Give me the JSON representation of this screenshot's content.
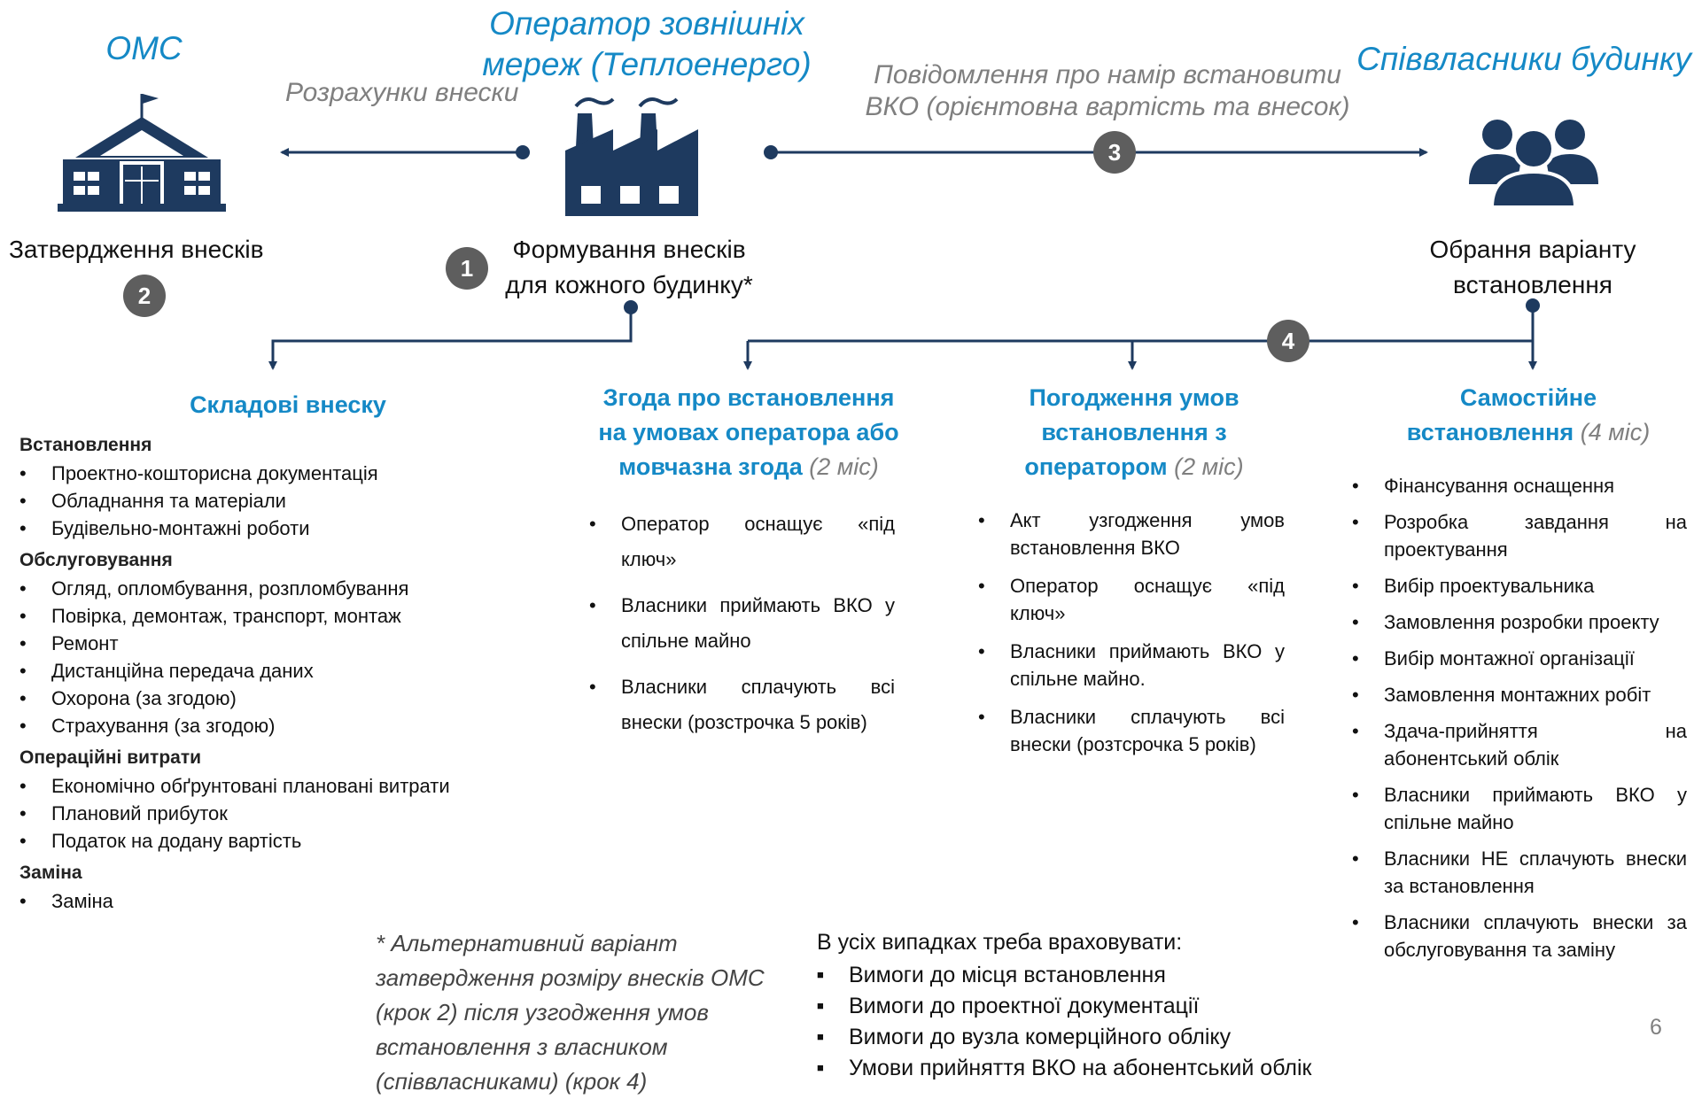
{
  "omc": {
    "title": "ОМС",
    "label": "Затвердження внесків",
    "badge": "2"
  },
  "operator": {
    "title_line1": "Оператор зовнішніх",
    "title_line2": "мереж (Теплоенерго)",
    "label_line1": "Формування внесків",
    "label_line2": "для кожного будинку*",
    "badge": "1"
  },
  "owners": {
    "title": "Співвласники будинку",
    "label_line1": "Обрання варіанту",
    "label_line2": "встановлення"
  },
  "arrows": {
    "to_omc_caption": "Розрахунки внески",
    "to_owners_caption_line1": "Повідомлення про намір встановити",
    "to_owners_caption_line2": "ВКО (орієнтовна вартість та внесок)",
    "to_owners_badge": "3",
    "options_badge": "4"
  },
  "components": {
    "title": "Складові внеску",
    "groups": [
      {
        "name": "Встановлення",
        "items": [
          "Проектно-кошторисна документація",
          "Обладнання та матеріали",
          "Будівельно-монтажні роботи"
        ]
      },
      {
        "name": "Обслуговування",
        "items": [
          "Огляд, опломбування, розпломбування",
          "Повірка, демонтаж, транспорт, монтаж",
          "Ремонт",
          "Дистанційна передача даних",
          "Охорона (за згодою)",
          "Страхування (за згодою)"
        ]
      },
      {
        "name": "Операційні витрати",
        "items": [
          "Економічно обґрунтовані плановані витрати",
          "Плановий прибуток",
          "Податок на додану вартість"
        ]
      },
      {
        "name": "Заміна",
        "items": [
          "Заміна"
        ]
      }
    ]
  },
  "option1": {
    "title_line1": "Згода про встановлення",
    "title_line2": "на умовах оператора або",
    "title_line3": "мовчазна згода",
    "duration": "(2 міс)",
    "items": [
      "Оператор оснащує «під ключ»",
      "Власники приймають ВКО у спільне майно",
      "Власники сплачують всі внески (розстрочка 5 років)"
    ]
  },
  "option2": {
    "title_line1": "Погодження умов",
    "title_line2": "встановлення з",
    "title_line3": "оператором",
    "duration": "(2 міс)",
    "items": [
      "Акт узгодження умов встановлення ВКО",
      "Оператор оснащує «під ключ»",
      "Власники приймають ВКО у спільне майно.",
      "Власники сплачують всі внески (розтсрочка 5 років)"
    ]
  },
  "option3": {
    "title_line1": "Самостійне",
    "title_line2": "встановлення",
    "duration": "(4 міс)",
    "items": [
      "Фінансування оснащення",
      "Розробка завдання на проектування",
      "Вибір проектувальника",
      "Замовлення розробки проекту",
      "Вибір монтажної організації",
      "Замовлення монтажних робіт",
      "Здача-прийняття на абонентський облік",
      "Власники приймають ВКО у спільне майно",
      "Власники НЕ сплачують внески за встановлення",
      "Власники сплачують внески за обслуговування та заміну"
    ]
  },
  "footnote": {
    "line1": "* Альтернативний варіант",
    "line2": "затвердження розміру внесків ОМС",
    "line3": "(крок 2) після узгодження умов",
    "line4": "встановлення з власником",
    "line5": "(співвласниками) (крок 4)"
  },
  "requirements": {
    "title": "В усіх випадках треба враховувати:",
    "items": [
      "Вимоги до місця встановлення",
      "Вимоги до проектної документації",
      "Вимоги до вузла комерційного обліку",
      "Умови прийняття ВКО на абонентський облік"
    ]
  },
  "page_number": "6",
  "colors": {
    "accent": "#1589c6",
    "navy": "#1e3a5f",
    "badge": "#5e5e5e",
    "caption": "#7f7f7f"
  },
  "icons": {
    "omc": "government-building-icon",
    "operator": "factory-icon",
    "owners": "people-group-icon"
  }
}
